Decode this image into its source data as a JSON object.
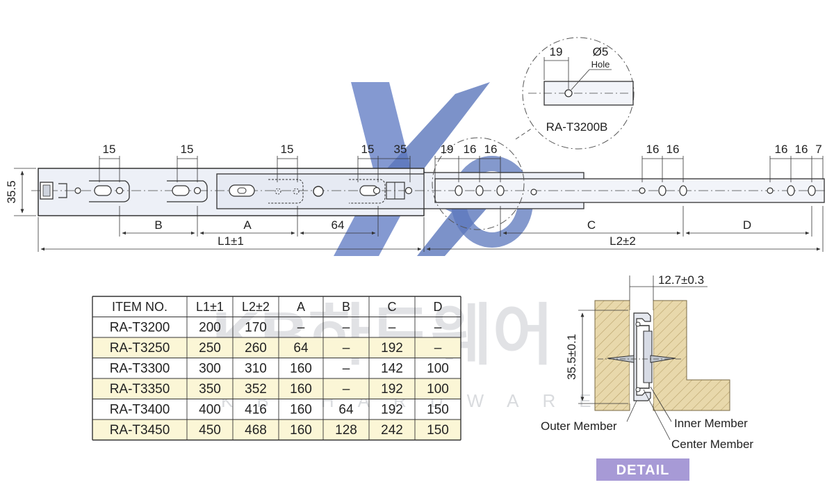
{
  "main_view": {
    "height_label": "35.5",
    "top_dims": [
      "15",
      "15",
      "15",
      "15",
      "35",
      "19",
      "16",
      "16",
      "16",
      "16",
      "16",
      "16",
      "7"
    ],
    "bottom_dims": {
      "b": "B",
      "a": "A",
      "d64": "64",
      "c": "C",
      "d": "D",
      "l1": "L1±1",
      "l2": "L2±2"
    }
  },
  "zoom_detail": {
    "dim_19": "19",
    "hole_dia": "Ø5",
    "hole_text": "Hole",
    "item": "RA-T3200B"
  },
  "table": {
    "headers": [
      "ITEM NO.",
      "L1±1",
      "L2±2",
      "A",
      "B",
      "C",
      "D"
    ],
    "rows": [
      [
        "RA-T3200",
        "200",
        "170",
        "–",
        "–",
        "–",
        "–"
      ],
      [
        "RA-T3250",
        "250",
        "260",
        "64",
        "–",
        "192",
        "–"
      ],
      [
        "RA-T3300",
        "300",
        "310",
        "160",
        "–",
        "142",
        "100"
      ],
      [
        "RA-T3350",
        "350",
        "352",
        "160",
        "–",
        "192",
        "100"
      ],
      [
        "RA-T3400",
        "400",
        "416",
        "160",
        "64",
        "192",
        "150"
      ],
      [
        "RA-T3450",
        "450",
        "468",
        "160",
        "128",
        "242",
        "150"
      ]
    ],
    "highlight_color": "#fbf6d6"
  },
  "section": {
    "width_dim": "12.7±0.3",
    "height_dim": "35.5±0.1",
    "outer": "Outer Member",
    "inner": "Inner Member",
    "center": "Center Member",
    "badge": "DETAIL",
    "badge_color": "#a79ad6"
  },
  "watermark": {
    "main": "KB하드웨어",
    "sub": "KB HARDWARE"
  },
  "colors": {
    "rail_fill": "#edf0f7",
    "wood": "#e6d6a8",
    "logo_blue": "#4a68b8"
  }
}
